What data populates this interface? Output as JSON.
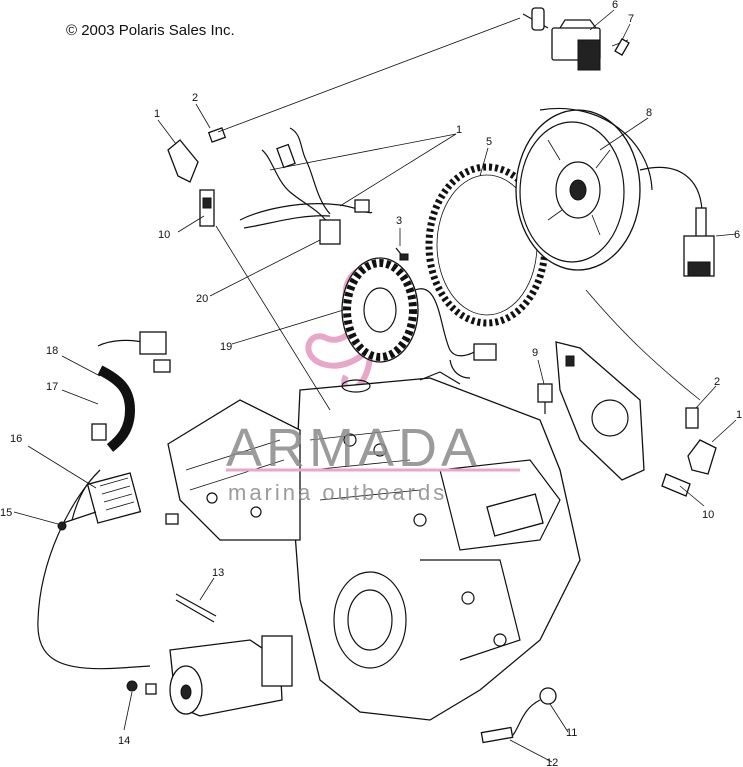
{
  "copyright": "© 2003 Polaris Sales Inc.",
  "watermark": {
    "title": "ARMADA",
    "subtitle": "marina outboards",
    "accent_color": "#e8a6c8",
    "text_color": "#8a8a8a"
  },
  "callouts": [
    "1",
    "2",
    "1",
    "5",
    "3",
    "6",
    "7",
    "8",
    "6",
    "10",
    "20",
    "19",
    "18",
    "17",
    "16",
    "15",
    "9",
    "2",
    "1",
    "10",
    "13",
    "14",
    "11",
    "12"
  ]
}
